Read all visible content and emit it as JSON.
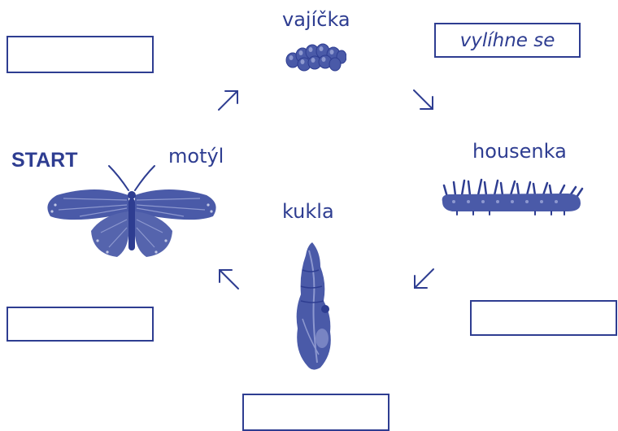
{
  "labels": {
    "start": "START",
    "eggs": "vajíčka",
    "caterpillar": "housenka",
    "pupa": "kukla",
    "butterfly": "motýl"
  },
  "boxes": {
    "top_left": "",
    "top_right": "vylíhne se",
    "right": "",
    "bottom": "",
    "bottom_left": ""
  },
  "colors": {
    "ink": "#2e3d91",
    "illustration": "#4a5aa8"
  },
  "icons": [
    "eggs-icon",
    "caterpillar-icon",
    "pupa-icon",
    "butterfly-icon",
    "arrow-up-right-icon",
    "arrow-down-right-icon",
    "arrow-down-left-icon",
    "arrow-up-left-icon"
  ]
}
